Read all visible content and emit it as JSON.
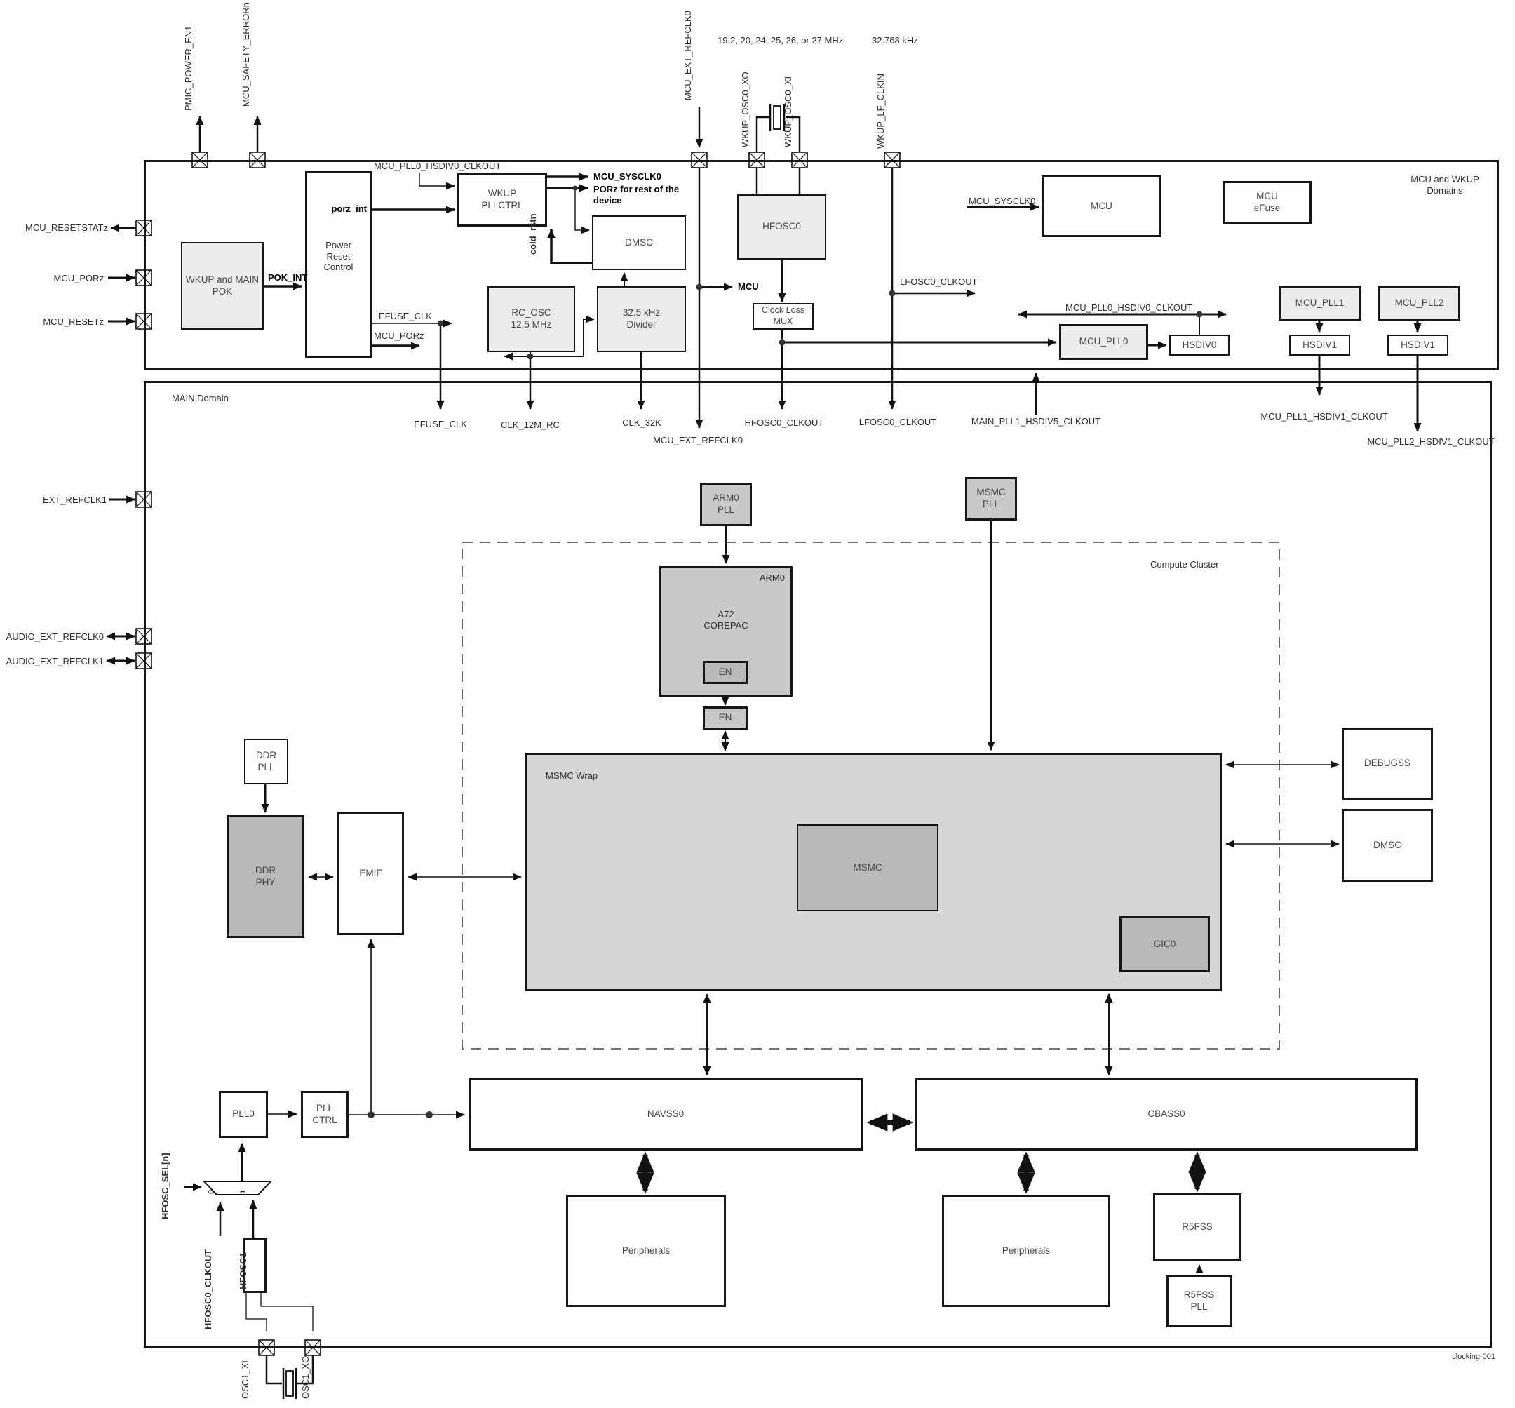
{
  "w": {
    "domain": "MCU and WKUP Domains",
    "freq_hf": "19.2, 20, 24, 25, 26, or 27 MHz",
    "freq_lf": "32.768 kHz",
    "port": {
      "pmic": "PMIC_POWER_EN1",
      "safety": "MCU_SAFETY_ERRORn",
      "extref0": "MCU_EXT_REFCLK0",
      "xo": "WKUP_OSC0_XO",
      "xi": "WKUP_OSC0_XI",
      "lf": "WKUP_LF_CLKIN",
      "rststat": "MCU_RESETSTATz",
      "porz": "MCU_PORz",
      "rst": "MCU_RESETz"
    },
    "blk": {
      "pok": "WKUP and MAIN\nPOK",
      "prc": "Power\nReset\nControl",
      "pllctrl": "WKUP\nPLLCTRL",
      "dmsc": "DMSC",
      "rcosc": "RC_OSC\n12.5 MHz",
      "div": "32.5 kHz\nDivider",
      "hfosc0": "HFOSC0",
      "clm": "Clock Loss\nMUX",
      "mcu": "MCU",
      "efuse": "MCU\neFuse",
      "pll0": "MCU_PLL0",
      "hsdiv0": "HSDIV0",
      "pll1": "MCU_PLL1",
      "hsdiv1a": "HSDIV1",
      "pll2": "MCU_PLL2",
      "hsdiv1b": "HSDIV1"
    },
    "sig": {
      "pok_int": "POK_INT",
      "porz_int": "porz_int",
      "sysclk0": "MCU_SYSCLK0",
      "porz_rest": "PORz for rest of the\ndevice",
      "cold": "cold_rstn",
      "hsdiv0_top": "MCU_PLL0_HSDIV0_CLKOUT",
      "efuse_clk": "EFUSE_CLK",
      "mcu_porz": "MCU_PORz",
      "mcu": "MCU",
      "lfosc0": "LFOSC0_CLKOUT",
      "sysclk0_mcu": "MCU_SYSCLK0",
      "hsdiv0_mid": "MCU_PLL0_HSDIV0_CLKOUT"
    },
    "out": {
      "efuse": "EFUSE_CLK",
      "clk12m": "CLK_12M_RC",
      "clk32k": "CLK_32K",
      "extref0": "MCU_EXT_REFCLK0",
      "hfosc0": "HFOSC0_CLKOUT",
      "lfosc0": "LFOSC0_CLKOUT",
      "mainpll1": "MAIN_PLL1_HSDIV5_CLKOUT",
      "pll1": "MCU_PLL1_HSDIV1_CLKOUT",
      "pll2": "MCU_PLL2_HSDIV1_CLKOUT"
    }
  },
  "m": {
    "domain": "MAIN Domain",
    "cluster": "Compute Cluster",
    "port": {
      "extref1": "EXT_REFCLK1",
      "aud0": "AUDIO_EXT_REFCLK0",
      "aud1": "AUDIO_EXT_REFCLK1",
      "xi": "OSC1_XI",
      "xo": "OSC1_XO"
    },
    "blk": {
      "arm0pll": "ARM0\nPLL",
      "msmcpll": "MSMC\nPLL",
      "arm0": "ARM0",
      "a72": "A72\nCOREPAC",
      "en1": "EN",
      "en2": "EN",
      "wrap": "MSMC Wrap",
      "msmc": "MSMC",
      "gic0": "GIC0",
      "debugss": "DEBUGSS",
      "dmsc": "DMSC",
      "ddrpll": "DDR\nPLL",
      "ddrphy": "DDR\nPHY",
      "emif": "EMIF",
      "pll0": "PLL0",
      "pllctrl": "PLL\nCTRL",
      "navss0": "NAVSS0",
      "cbass0": "CBASS0",
      "perl": "Peripherals",
      "perr": "Peripherals",
      "r5fss": "R5FSS",
      "r5pll": "R5FSS\nPLL",
      "hfosc1": "HFOSC1"
    },
    "sig": {
      "sel": "HFOSC_SEL[n]",
      "hfosc0": "HFOSC0_CLKOUT",
      "mux0": "0",
      "mux1": "1"
    }
  },
  "footer": "clocking-001"
}
